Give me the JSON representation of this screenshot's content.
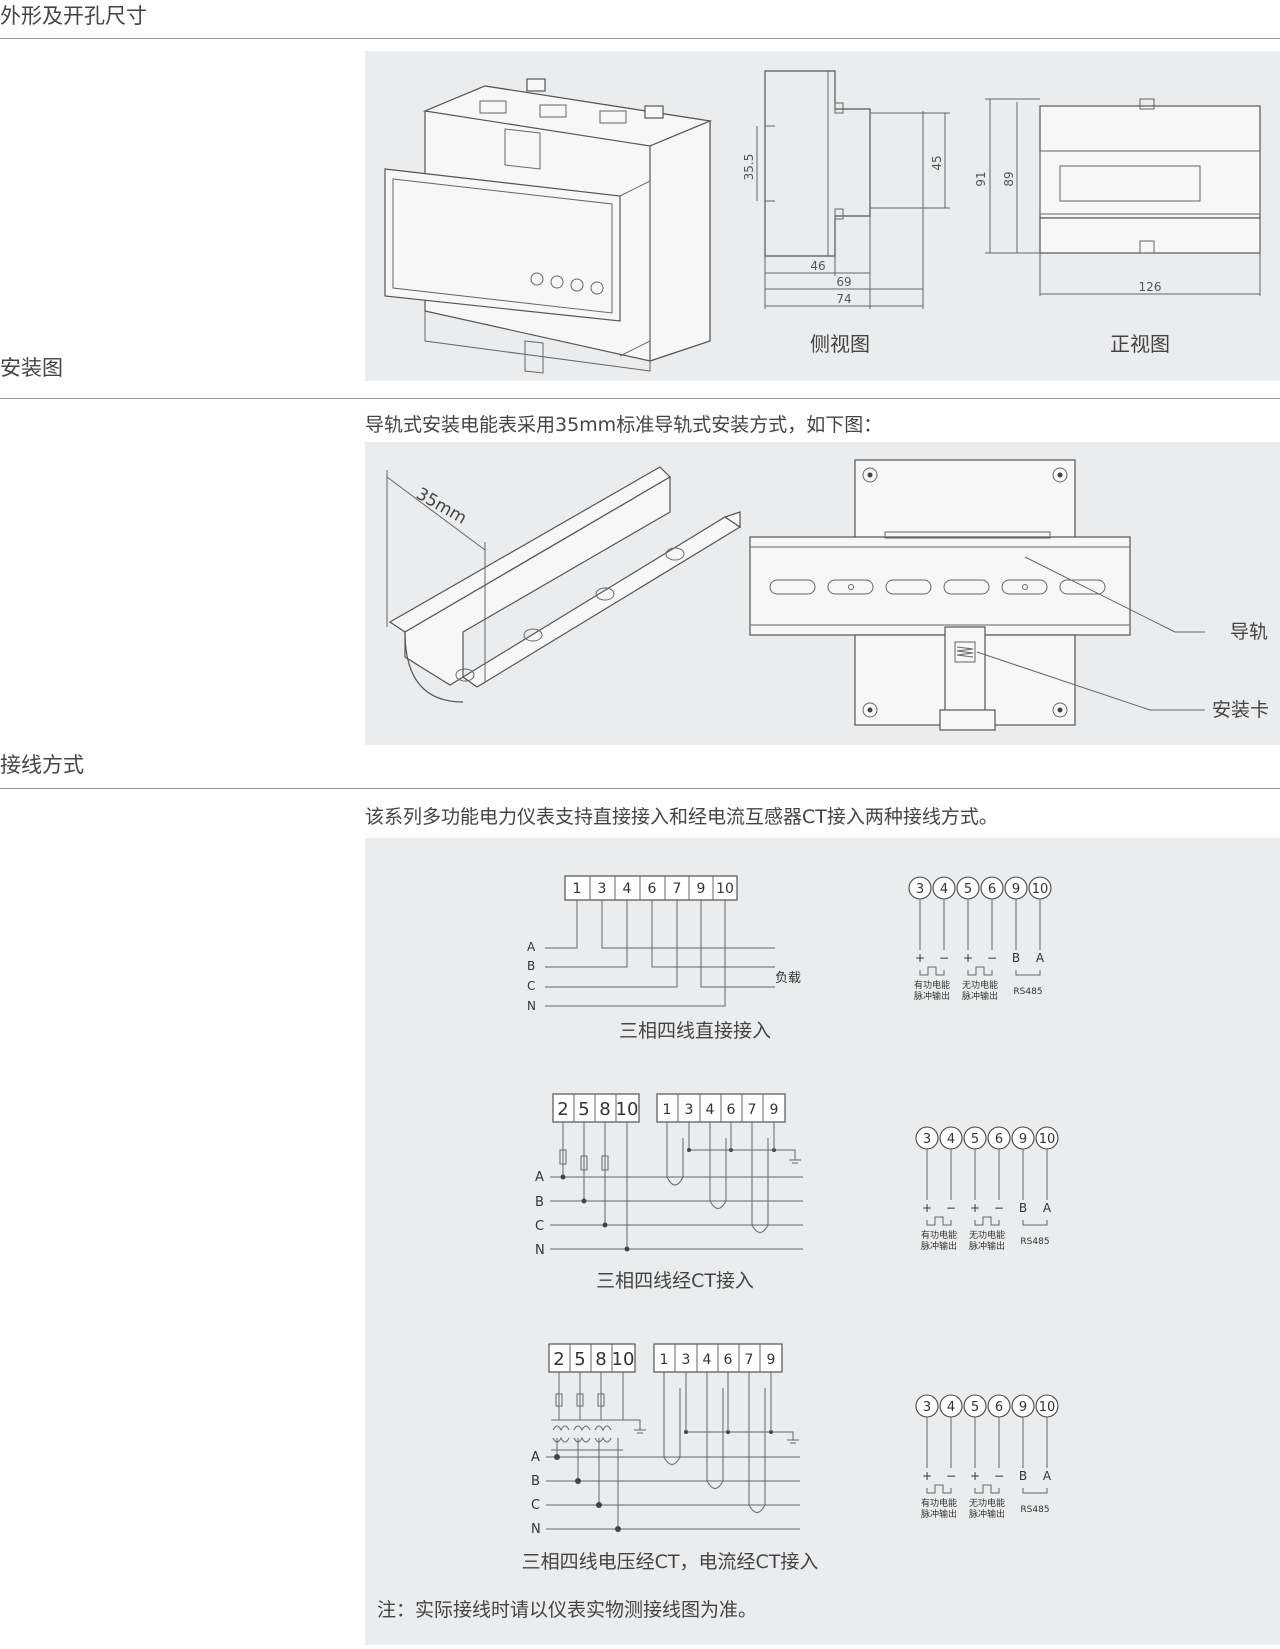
{
  "sections": {
    "dimensions_title": "外形及开孔尺寸",
    "install_title": "安装图",
    "wiring_title": "接线方式"
  },
  "dimensions": {
    "side_caption": "侧视图",
    "front_caption": "正视图",
    "side_dims": [
      "35.5",
      "45",
      "46",
      "69",
      "74"
    ],
    "front_dims": [
      "91",
      "89",
      "126"
    ]
  },
  "install": {
    "intro": "导轨式安装电能表采用35mm标准导轨式安装方式，如下图：",
    "rail_width_label": "35mm",
    "rail_label": "导轨",
    "clip_label": "安装卡"
  },
  "wiring": {
    "intro": "该系列多功能电力仪表支持直接接入和经电流互感器CT接入两种接线方式。",
    "diagram1": {
      "terminals": [
        "1",
        "3",
        "4",
        "6",
        "7",
        "9",
        "10"
      ],
      "phases": [
        "A",
        "B",
        "C",
        "N"
      ],
      "load_label": "负载",
      "caption": "三相四线直接接入"
    },
    "diagram2": {
      "voltage_terminals": [
        "2",
        "5",
        "8",
        "10"
      ],
      "current_terminals": [
        "1",
        "3",
        "4",
        "6",
        "7",
        "9"
      ],
      "phases": [
        "A",
        "B",
        "C",
        "N"
      ],
      "caption": "三相四线经CT接入"
    },
    "diagram3": {
      "voltage_terminals": [
        "2",
        "5",
        "8",
        "10"
      ],
      "current_terminals": [
        "1",
        "3",
        "4",
        "6",
        "7",
        "9"
      ],
      "phases": [
        "A",
        "B",
        "C",
        "N"
      ],
      "caption": "三相四线电压经CT，电流经CT接入"
    },
    "aux": {
      "terminals": [
        "3",
        "4",
        "5",
        "6",
        "9",
        "10"
      ],
      "signs": [
        "+",
        "−",
        "+",
        "−",
        "B",
        "A"
      ],
      "active_label_1": "有功电能",
      "active_label_2": "脉冲输出",
      "reactive_label_1": "无功电能",
      "reactive_label_2": "脉冲输出",
      "rs485_label": "RS485"
    },
    "note": "注：实际接线时请以仪表实物测接线图为准。"
  }
}
